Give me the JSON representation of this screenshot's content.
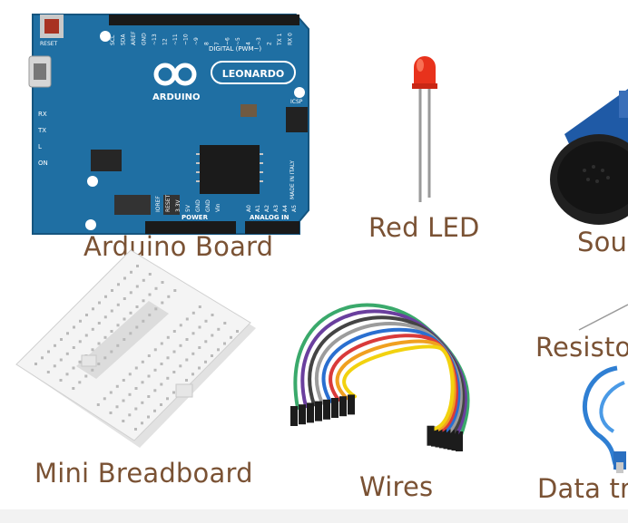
{
  "labels": {
    "arduino_board": "Arduino Board",
    "red_led": "Red LED",
    "sound_sensor": "Sou",
    "mini_breadboard": "Mini Breadboard",
    "wires": "Wires",
    "resistor": "Resisto",
    "data_transfer": "Data tra"
  },
  "board_text": {
    "brand": "ARDUINO",
    "model": "LEONARDO",
    "digital": "DIGITAL (PWM~)",
    "power": "POWER",
    "analog_in": "ANALOG IN",
    "icsp": "ICSP",
    "reset": "RESET",
    "rx": "RX",
    "tx": "TX",
    "l": "L",
    "on": "ON",
    "made_in": "MADE IN ITALY",
    "pins_top": [
      "SCL",
      "SDA",
      "AREF",
      "GND",
      "~13",
      "12",
      "~11",
      "~10",
      "~9",
      "8",
      "7",
      "~6",
      "~5",
      "4",
      "~3",
      "2",
      "TX 1",
      "RX 0"
    ],
    "pins_power": [
      "IOREF",
      "RESET",
      "3.3V",
      "5V",
      "GND",
      "GND",
      "Vin"
    ],
    "pins_analog": [
      "A0",
      "A1",
      "A2",
      "A3",
      "A4",
      "A5"
    ]
  },
  "colors": {
    "label": "#7a5234",
    "board": "#1f6fa3",
    "led": "#e8321c",
    "breadboard": "#f1f1f1"
  }
}
